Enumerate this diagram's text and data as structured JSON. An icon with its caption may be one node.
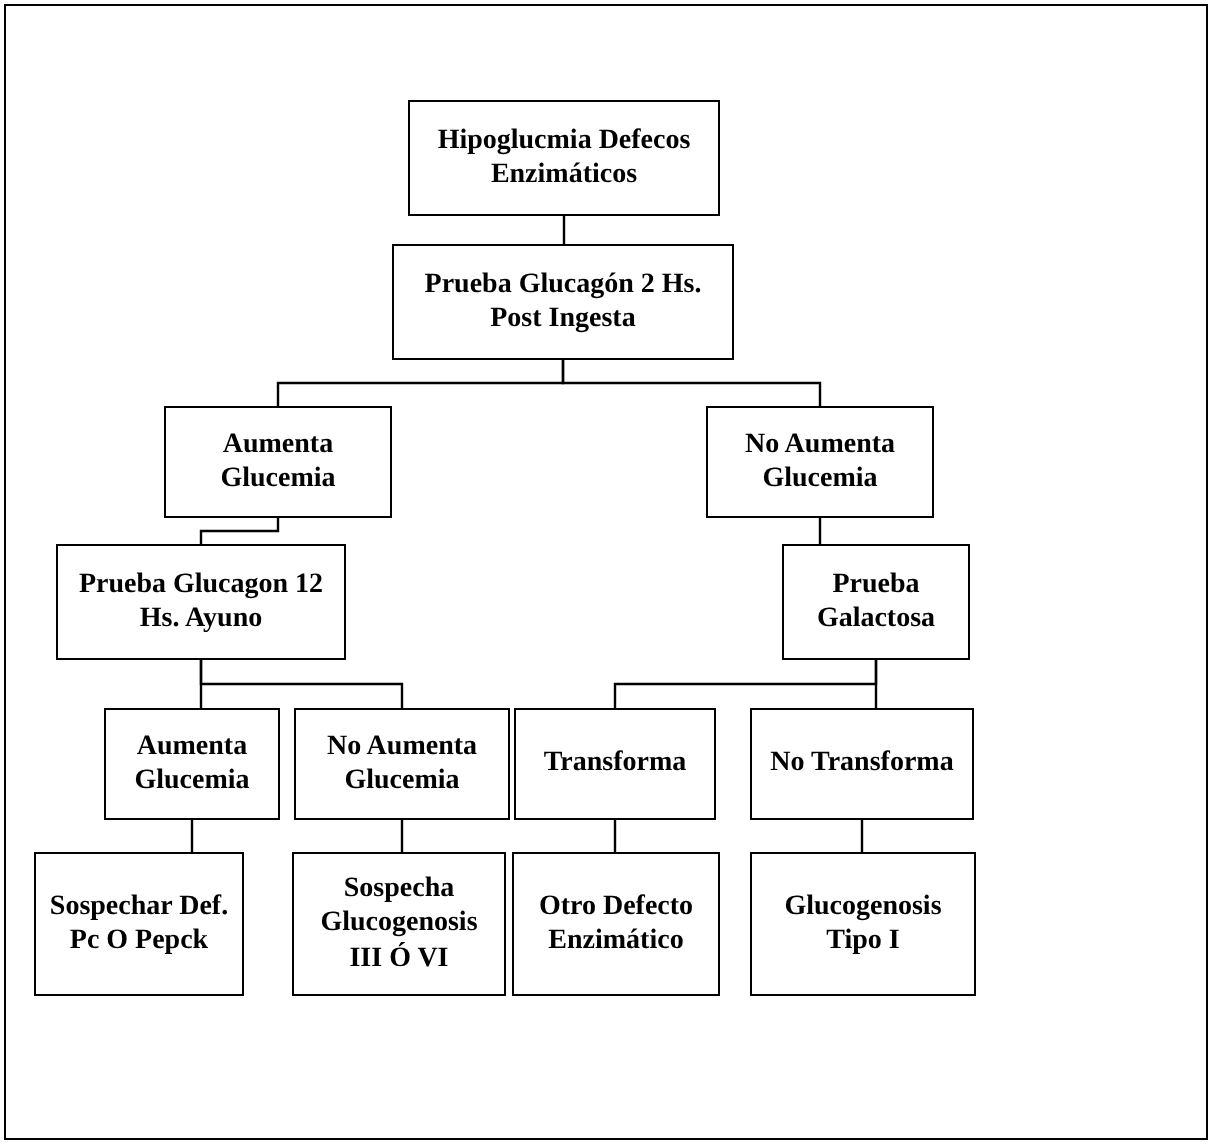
{
  "diagram": {
    "nodes": [
      {
        "text": [
          "Hipoglucmia Defecos Enzimáticos"
        ]
      },
      {
        "text": [
          "Prueba Glucagón 2 Hs. Post Ingesta"
        ]
      },
      {
        "text": [
          "Aumenta Glucemia"
        ]
      },
      {
        "text": [
          "No Aumenta Glucemia"
        ]
      },
      {
        "text": [
          "Prueba Glucagon 12 Hs. Ayuno"
        ]
      },
      {
        "text": [
          "Prueba Galactosa"
        ]
      },
      {
        "text": [
          "Aumenta Glucemia"
        ]
      },
      {
        "text": [
          "No Aumenta Glucemia"
        ]
      },
      {
        "text": [
          "Transforma"
        ]
      },
      {
        "text": [
          "No Transforma"
        ]
      },
      {
        "text": [
          "Sospechar Def. Pc O Pepck"
        ]
      },
      {
        "text": [
          "Sospecha Glucogenosis III Ó VI"
        ]
      },
      {
        "text": [
          "Otro Defecto Enzimático"
        ]
      },
      {
        "text": [
          "Glucogenosis Tipo I"
        ]
      }
    ],
    "edges": [
      {
        "from": 0,
        "to": 1,
        "arrow": "none"
      },
      {
        "from": 1,
        "to": 2,
        "arrow": "none"
      },
      {
        "from": 1,
        "to": 3,
        "arrow": "none"
      },
      {
        "from": 2,
        "to": 4,
        "arrow": "none"
      },
      {
        "from": 3,
        "to": 5,
        "arrow": "none"
      },
      {
        "from": 4,
        "to": 6,
        "arrow": "none"
      },
      {
        "from": 4,
        "to": 7,
        "arrow": "none"
      },
      {
        "from": 5,
        "to": 8,
        "arrow": "none"
      },
      {
        "from": 5,
        "to": 9,
        "arrow": "none"
      },
      {
        "from": 6,
        "to": 10,
        "arrow": "none"
      },
      {
        "from": 7,
        "to": 11,
        "arrow": "none"
      },
      {
        "from": 8,
        "to": 12,
        "arrow": "none"
      },
      {
        "from": 9,
        "to": 13,
        "arrow": "none"
      }
    ]
  }
}
